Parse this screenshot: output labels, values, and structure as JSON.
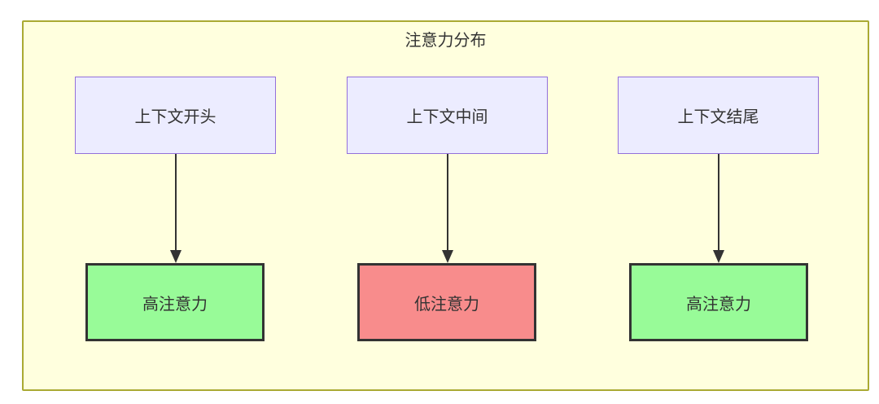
{
  "diagram": {
    "title": "注意力分布",
    "colors": {
      "container_fill": "#FFFFDE",
      "container_border": "#AAAA33",
      "source_node_fill": "#ECECFF",
      "source_node_border": "#9370DB",
      "high_attention_fill": "#98FB98",
      "low_attention_fill": "#F88C8C",
      "dark_node_border": "#333333",
      "arrow_color": "#333333",
      "text_color": "#333333"
    },
    "columns": [
      {
        "source": {
          "label": "上下文开头"
        },
        "target": {
          "label": "高注意力",
          "type": "high"
        }
      },
      {
        "source": {
          "label": "上下文中间"
        },
        "target": {
          "label": "低注意力",
          "type": "low"
        }
      },
      {
        "source": {
          "label": "上下文结尾"
        },
        "target": {
          "label": "高注意力",
          "type": "high"
        }
      }
    ],
    "edges": [
      {
        "from": "上下文开头",
        "to": "高注意力"
      },
      {
        "from": "上下文中间",
        "to": "低注意力"
      },
      {
        "from": "上下文结尾",
        "to": "高注意力"
      }
    ]
  }
}
